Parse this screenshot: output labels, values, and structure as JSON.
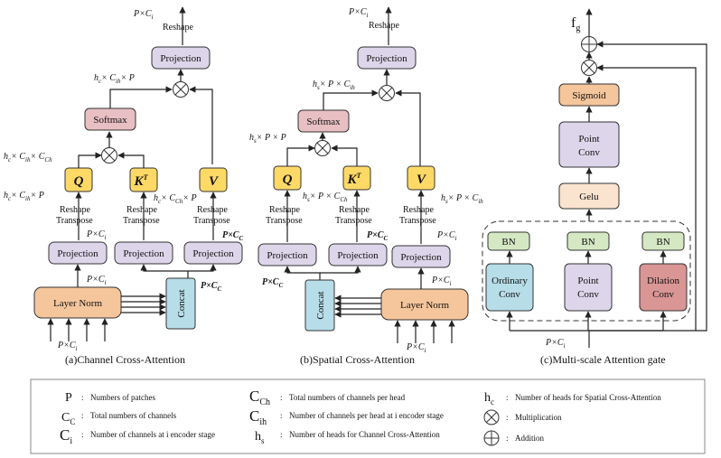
{
  "colors": {
    "projection": "#ddd5ea",
    "softmax": "#e8bfc2",
    "qkv": "#ffd966",
    "layernorm": "#f5c59b",
    "concat": "#b7dde8",
    "sigmoid": "#f5c59b",
    "gelu": "#fae3cf",
    "bn": "#d5e8c4",
    "ordinary_conv": "#b7dde8",
    "dilation_conv": "#d99694",
    "stroke": "#333333"
  },
  "channel": {
    "caption": "(a)Channel Cross-Attention",
    "top_dim": "P×C",
    "top_dim_sub": "i",
    "reshape": "Reshape",
    "projection": "Projection",
    "attn_dim": "h",
    "attn_dim_sub": "c",
    "attn_dim_rest": "× C",
    "attn_dim_sub2": "ih",
    "attn_dim_tail": "× P",
    "softmax": "Softmax",
    "qk_dim": "h",
    "qk_dim_sub": "c",
    "qk_dim_rest": "× C",
    "qk_dim_sub2": "ih",
    "qk_dim_mid": "× C",
    "qk_dim_sub3": "Ch",
    "q": "Q",
    "k": "K",
    "k_sup": "T",
    "v": "V",
    "q_dim": "h",
    "q_dim_sub": "c",
    "q_dim_rest": "× C",
    "q_dim_sub2": "ih",
    "q_dim_tail": "× P",
    "k_dim": "h",
    "k_dim_sub": "c",
    "k_dim_rest": "× C",
    "k_dim_sub2": "Ch",
    "k_dim_tail": "× P",
    "reshape_transpose_1": "Reshape",
    "reshape_transpose_2": "Transpose",
    "proj_in_dim": "P×C",
    "proj_in_dim_sub": "i",
    "concat_dim": "P×C",
    "concat_dim_sub": "C",
    "layernorm": "Layer Norm",
    "concat": "Concat",
    "layer_in_dim": "P×C",
    "layer_in_dim_sub": "i",
    "ln_out_dim": "P×C",
    "ln_out_dim_sub": "i",
    "concat_in_dim": "P×C",
    "concat_in_dim_sub": "C"
  },
  "spatial": {
    "caption": "(b)Spatial Cross-Attention",
    "top_dim": "P×C",
    "top_dim_sub": "i",
    "reshape": "Reshape",
    "projection": "Projection",
    "attn_dim": "h",
    "attn_dim_sub": "s",
    "attn_dim_rest": "× P × C",
    "attn_dim_sub2": "ih",
    "softmax": "Softmax",
    "qk_dim": "h",
    "qk_dim_sub": "s",
    "qk_dim_rest": "× P × P",
    "q": "Q",
    "k": "K",
    "k_sup": "T",
    "v": "V",
    "k_dim": "h",
    "k_dim_sub": "s",
    "k_dim_rest": "× P × C",
    "k_dim_sub2": "Ch",
    "v_dim": "h",
    "v_dim_sub": "s",
    "v_dim_rest": "× P × C",
    "v_dim_sub2": "ih",
    "reshape_transpose_1": "Reshape",
    "reshape_transpose_2": "Transpose",
    "k_proj_dim": "P×C",
    "k_proj_dim_sub": "C",
    "v_proj_dim": "P×C",
    "v_proj_dim_sub": "i",
    "q_proj_dim": "P×C",
    "q_proj_dim_sub": "C",
    "ln_out_dim": "P×C",
    "ln_out_dim_sub": "i",
    "layernorm": "Layer Norm",
    "concat": "Concat",
    "layer_in_dim": "P×C",
    "layer_in_dim_sub": "i"
  },
  "gate": {
    "caption": "(c)Multi-scale Attention gate",
    "output": "f",
    "output_sub": "g",
    "sigmoid": "Sigmoid",
    "point_conv_1": "Point",
    "point_conv_2": "Conv",
    "gelu": "Gelu",
    "bn": "BN",
    "ordinary_1": "Ordinary",
    "ordinary_2": "Conv",
    "point2_1": "Point",
    "point2_2": "Conv",
    "dilation_1": "Dilation",
    "dilation_2": "Conv",
    "input_dim": "P×C",
    "input_dim_sub": "i"
  },
  "legend": {
    "p_sym": "P",
    "p_desc": "Numbers of patches",
    "cc_sym": "C",
    "cc_sub": "C",
    "cc_desc": "Total numbers of channels",
    "ci_sym": "C",
    "ci_sub": "i",
    "ci_desc": "Number of channels at i encoder stage",
    "cch_sym": "C",
    "cch_sub": "Ch",
    "cch_desc": "Total numbers of channels per head",
    "cih_sym": "C",
    "cih_sub": "ih",
    "cih_desc": "Number of channels per head at i encoder stage",
    "hs_sym": "h",
    "hs_sub": "s",
    "hs_desc": "Number of heads for  Channel Cross-Attention",
    "hc_sym": "h",
    "hc_sub": "c",
    "hc_desc": "Number of heads for  Spatial Cross-Attention",
    "mult_desc": "Multiplication",
    "add_desc": "Addition",
    "colon": ":"
  }
}
